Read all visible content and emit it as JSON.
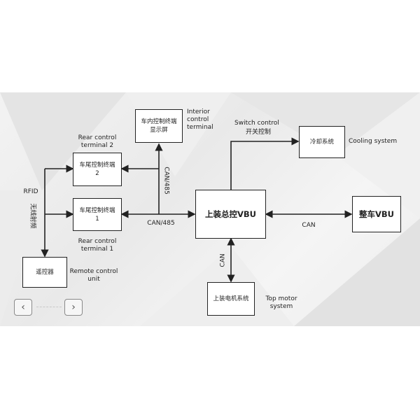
{
  "nodes": {
    "interior_display": "车内控制终端\n显示屏",
    "rear_terminal_2": "车尾控制终端\n2",
    "rear_terminal_1": "车尾控制终端\n1",
    "remote": "遥控器",
    "upper_vbu": "上装总控VBU",
    "cooling": "冷却系统",
    "vehicle_vbu": "整车VBU",
    "top_motor": "上装电机系统"
  },
  "labels": {
    "interior_en": "Interior\ncontrol\nterminal",
    "rear2_en": "Rear control\nterminal 2",
    "rear1_en": "Rear control\nterminal 1",
    "rfid": "RFID",
    "wireless_cn": "无线射频",
    "remote_en": "Remote control\nunit",
    "can485_vertical": "CAN/485",
    "can485_horizontal": "CAN/485",
    "switch_control_en": "Switch control",
    "switch_control_cn": "开关控制",
    "cooling_en": "Cooling system",
    "can_right": "CAN",
    "can_vertical": "CAN",
    "top_motor_en": "Top motor\nsystem"
  },
  "nav": {
    "prev_icon": "‹",
    "next_icon": "›"
  }
}
